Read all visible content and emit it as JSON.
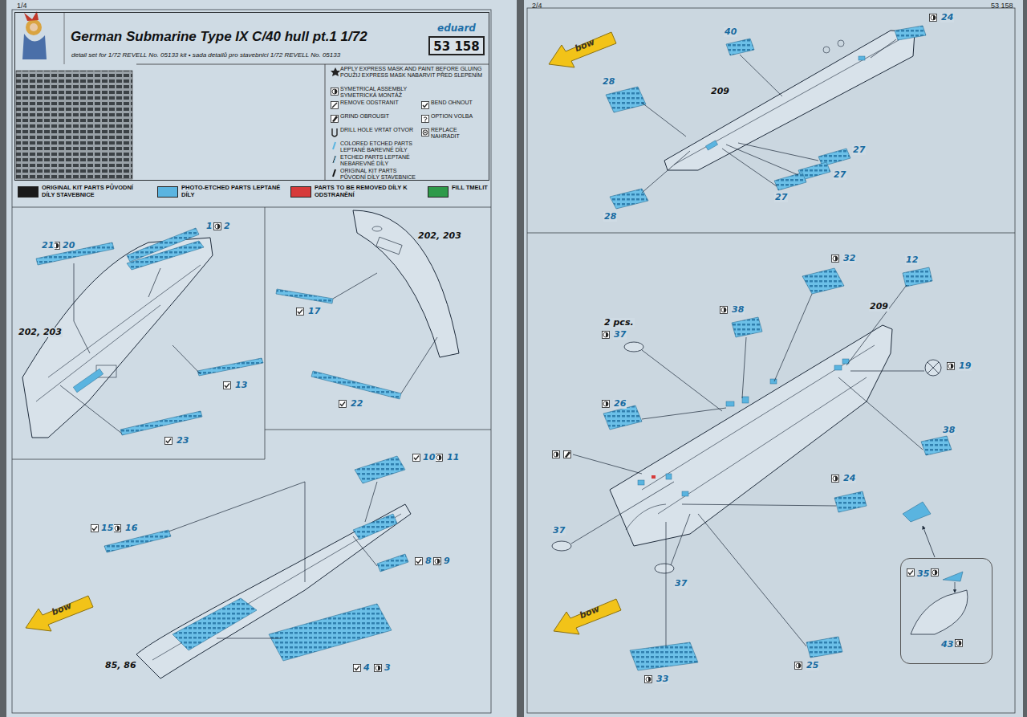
{
  "diagram": {
    "title": "German Submarine Type IX C/40 hull pt.1 1/72",
    "nodes": [
      {
        "text": [
          "detail set for 1/72 REVELL No. 05133 kit • sada detailů pro stavebnici 1/72 REVELL No. 05133"
        ]
      },
      {
        "text": [
          "eduard",
          "53 158"
        ],
        "in": 0
      },
      {
        "text": [
          "bow"
        ]
      },
      {
        "text": [
          "bow"
        ]
      },
      {
        "text": [
          "bow"
        ]
      },
      {
        "text": [
          "35",
          "43"
        ]
      }
    ],
    "labels": [
      "1/4",
      "2/4",
      "53 158",
      "21",
      "20",
      "1",
      "2",
      "202, 203",
      "13",
      "23",
      "202, 203",
      "17",
      "22",
      "10",
      "11",
      "15",
      "16",
      "8",
      "9",
      "85, 86",
      "4",
      "3",
      "40",
      "24",
      "28",
      "209",
      "27",
      "27",
      "27",
      "28",
      "32",
      "12",
      "209",
      "38",
      "2 pcs.",
      "37",
      "19",
      "26",
      "38",
      "24",
      "37",
      "37",
      "33",
      "25"
    ],
    "legend": [
      {
        "text": "APPLY EXPRESS MASK AND PAINT BEFORE GLUING POUŽIJ EXPRESS MASK NABARVIT PŘED SLEPENÍM"
      },
      {
        "text": "SYMETRICAL ASSEMBLY SYMETRICKÁ MONTÁŽ"
      },
      {
        "text": "REMOVE ODSTRANIT"
      },
      {
        "text": "BEND OHNOUT"
      },
      {
        "text": "GRIND OBROUSIT"
      },
      {
        "text": "OPTION VOLBA"
      },
      {
        "text": "DRILL HOLE VRTAT OTVOR"
      },
      {
        "text": "REPLACE NAHRADIT"
      },
      {
        "text": "COLORED ETCHED PARTS LEPTANÉ BAREVNÉ DÍLY"
      },
      {
        "text": "ETCHED PARTS LEPTANÉ NEBAREVNÉ DÍLY"
      },
      {
        "text": "ORIGINAL KIT PARTS PŮVODNÍ DÍLY STAVEBNICE"
      },
      {
        "text": "ORIGINAL KIT PARTS PŮVODNÍ DÍLY STAVEBNICE",
        "color": "#1a1a1a"
      },
      {
        "text": "PHOTO-ETCHED PARTS LEPTANÉ DÍLY",
        "color": "#5ab4e0"
      },
      {
        "text": "PARTS TO BE REMOVED DÍLY K ODSTRANĚNÍ",
        "color": "#d63a3a"
      },
      {
        "text": "FILL TMELIT",
        "color": "#2e9a4a"
      }
    ]
  }
}
